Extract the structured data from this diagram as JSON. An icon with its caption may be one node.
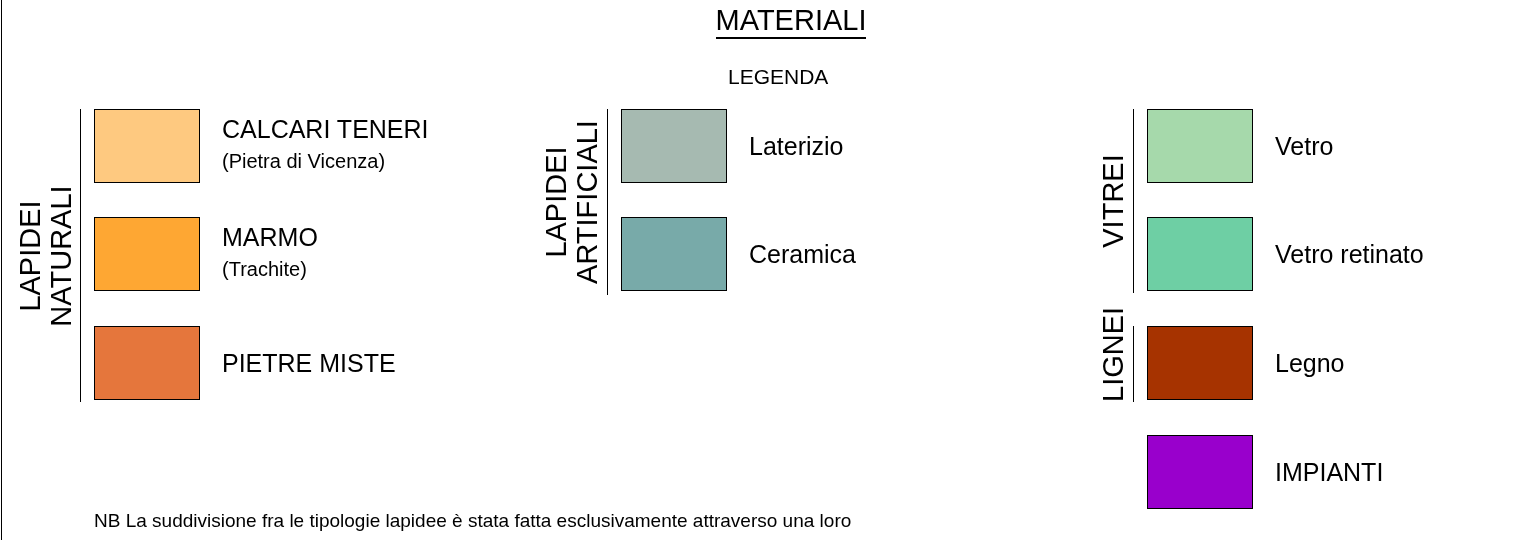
{
  "diagram": {
    "title": "MATERIALI",
    "labels": [
      "LEGENDA",
      "LAPIDEI NATURALI",
      "LAPIDEI ARTIFICIALI",
      "VITREI",
      "LIGNEI",
      "NB La suddivisione fra le tipologie lapidee è stata fatta esclusivamente attraverso una loro"
    ],
    "legend": [
      {
        "text": "CALCARI TENERI (Pietra di Vicenza)",
        "color": "#fec980"
      },
      {
        "text": "MARMO (Trachite)",
        "color": "#fea733"
      },
      {
        "text": "PIETRE MISTE",
        "color": "#e5763c"
      },
      {
        "text": "Laterizio",
        "color": "#a6bab1"
      },
      {
        "text": "Ceramica",
        "color": "#78aaa9"
      },
      {
        "text": "Vetro",
        "color": "#a6d9ab"
      },
      {
        "text": "Vetro retinato",
        "color": "#6ecfa4"
      },
      {
        "text": "Legno",
        "color": "#a63300"
      },
      {
        "text": "IMPIANTI",
        "color": "#9900cc"
      }
    ]
  }
}
